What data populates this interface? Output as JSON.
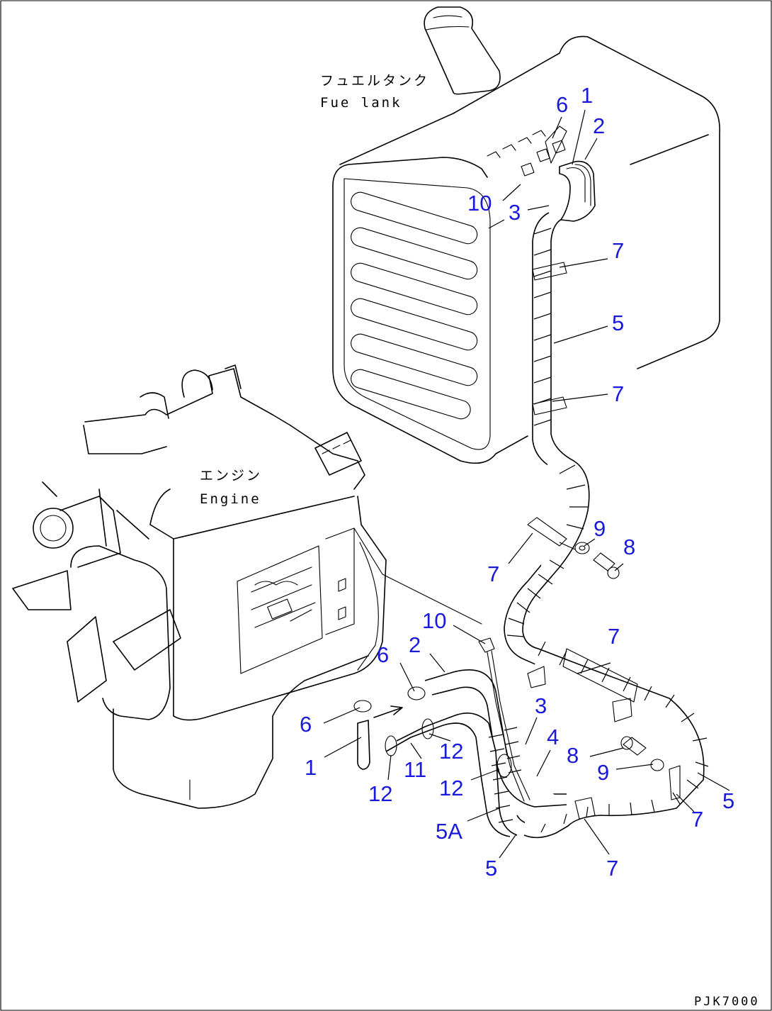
{
  "labels": {
    "fuel_tank_jp": "フュエルタンク",
    "fuel_tank_en": "Fue lank",
    "engine_jp": "エンジン",
    "engine_en": "Engine"
  },
  "drawing_code": "PJK7000",
  "callouts": [
    {
      "id": "c-tank-6",
      "text": "6"
    },
    {
      "id": "c-tank-1",
      "text": "1"
    },
    {
      "id": "c-tank-2",
      "text": "2"
    },
    {
      "id": "c-tank-10",
      "text": "10"
    },
    {
      "id": "c-tank-3",
      "text": "3"
    },
    {
      "id": "c-7a",
      "text": "7"
    },
    {
      "id": "c-5a",
      "text": "5"
    },
    {
      "id": "c-7b",
      "text": "7"
    },
    {
      "id": "c-9a",
      "text": "9"
    },
    {
      "id": "c-8a",
      "text": "8"
    },
    {
      "id": "c-7c",
      "text": "7"
    },
    {
      "id": "c-7d",
      "text": "7"
    },
    {
      "id": "c-10b",
      "text": "10"
    },
    {
      "id": "c-2b",
      "text": "2"
    },
    {
      "id": "c-6b",
      "text": "6"
    },
    {
      "id": "c-3b",
      "text": "3"
    },
    {
      "id": "c-4",
      "text": "4"
    },
    {
      "id": "c-8b",
      "text": "8"
    },
    {
      "id": "c-9b",
      "text": "9"
    },
    {
      "id": "c-6c",
      "text": "6"
    },
    {
      "id": "c-12a",
      "text": "12"
    },
    {
      "id": "c-1b",
      "text": "1"
    },
    {
      "id": "c-11",
      "text": "11"
    },
    {
      "id": "c-12b",
      "text": "12"
    },
    {
      "id": "c-12c",
      "text": "12"
    },
    {
      "id": "c-5b",
      "text": "5"
    },
    {
      "id": "c-7e",
      "text": "7"
    },
    {
      "id": "c-5A",
      "text": "5A"
    },
    {
      "id": "c-5c",
      "text": "5"
    },
    {
      "id": "c-7f",
      "text": "7"
    }
  ]
}
